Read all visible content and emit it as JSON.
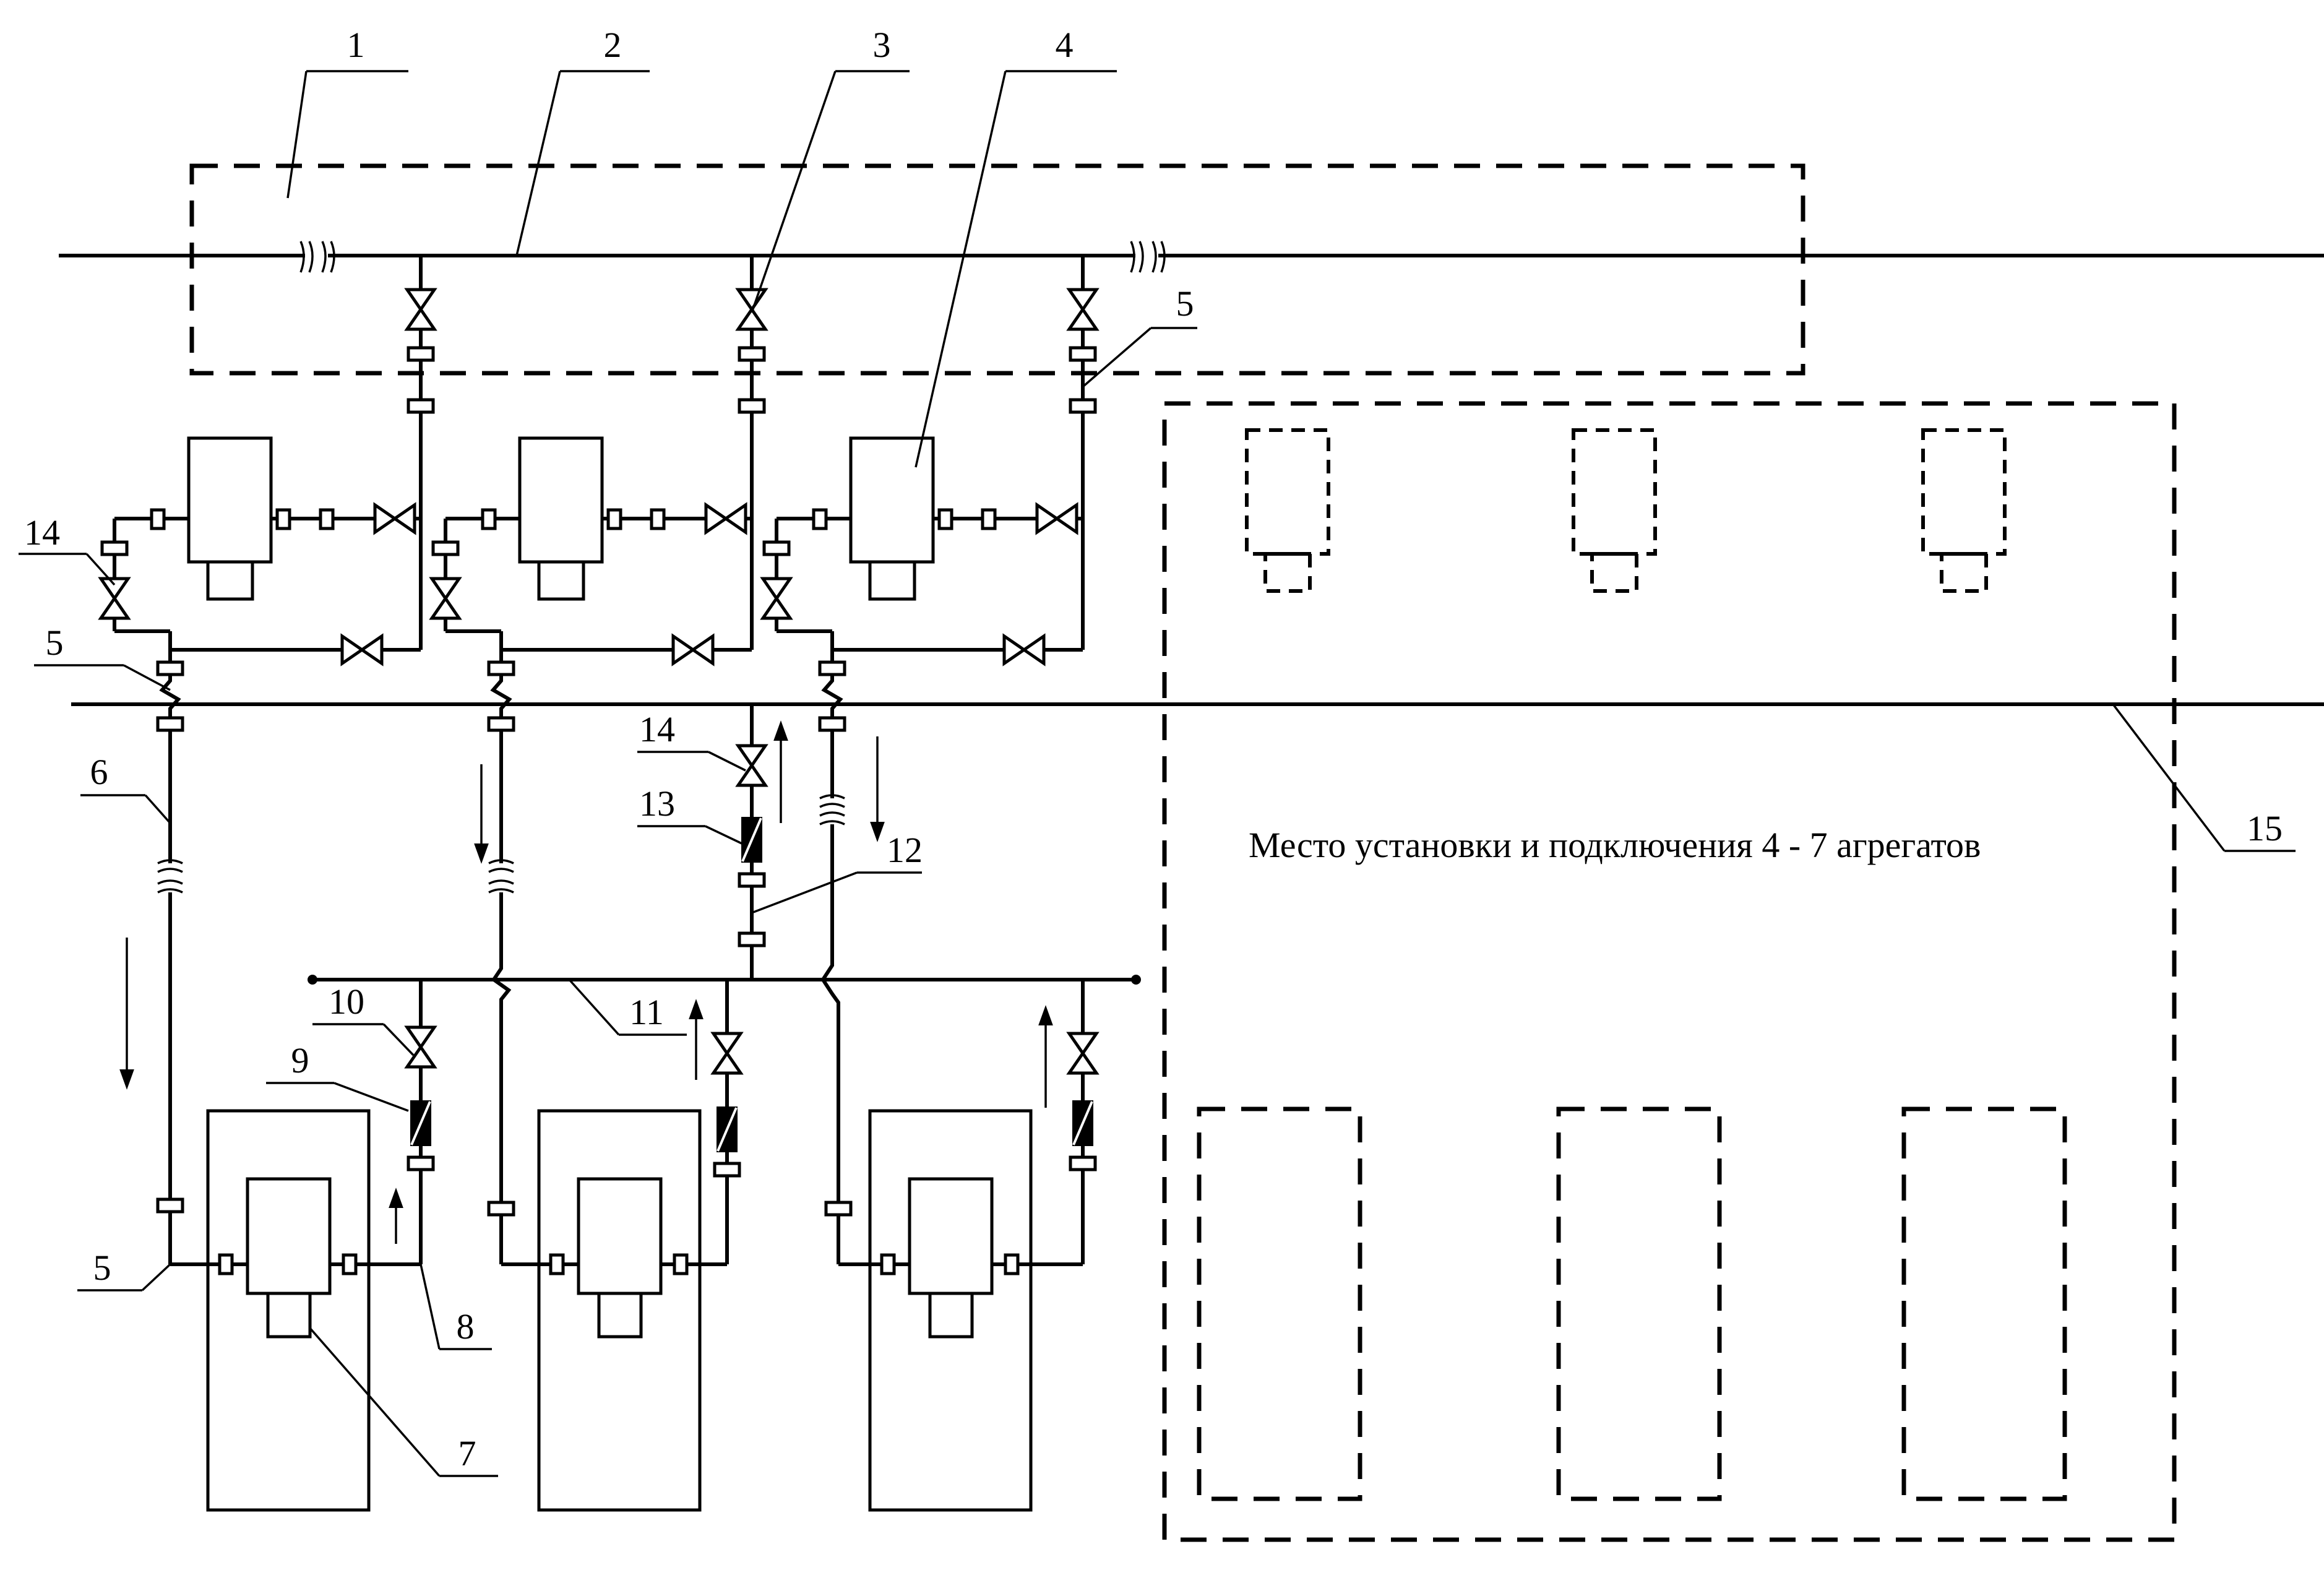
{
  "labels": {
    "l1": "1",
    "l2": "2",
    "l3": "3",
    "l4": "4",
    "l5a": "5",
    "l5b": "5",
    "l5c": "5",
    "l6": "6",
    "l7": "7",
    "l8": "8",
    "l9": "9",
    "l10": "10",
    "l11": "11",
    "l12": "12",
    "l13": "13",
    "l14a": "14",
    "l14b": "14",
    "l15": "15"
  },
  "caption": "Место установки и подключения 4 - 7 агрегатов"
}
